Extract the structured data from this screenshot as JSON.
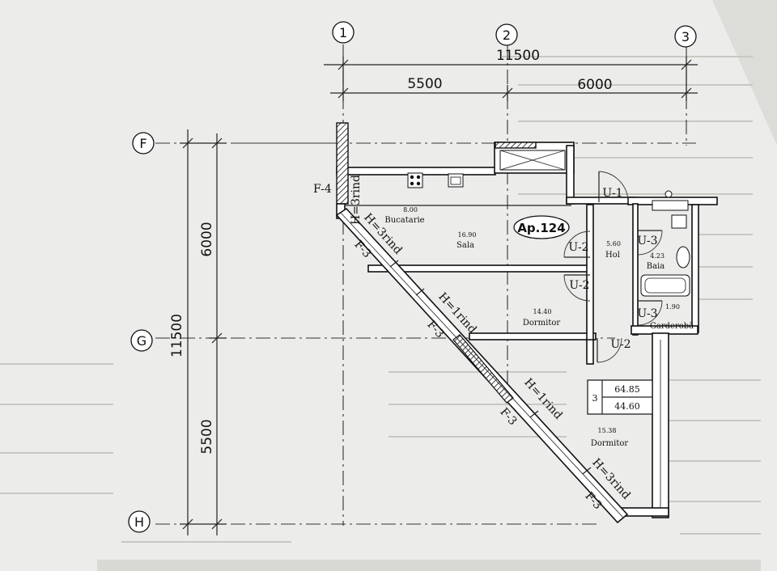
{
  "axes": {
    "col_1": "1",
    "col_2": "2",
    "col_3": "3",
    "row_f": "F",
    "row_g": "G",
    "row_h": "H"
  },
  "dimensions": {
    "top_total": "11500",
    "top_left": "5500",
    "top_right": "6000",
    "left_total": "11500",
    "left_upper": "6000",
    "left_lower": "5500"
  },
  "apartment": {
    "label": "Ap.124",
    "rooms_count": "3",
    "total_area": "64.85",
    "living_area": "44.60"
  },
  "rooms": {
    "bucatarie_area": "8.00",
    "bucatarie_name": "Bucatarie",
    "sala_area": "16.90",
    "sala_name": "Sala",
    "hol_area": "5.60",
    "hol_name": "Hol",
    "baia_area": "4.23",
    "baia_name": "Baia",
    "dormitor1_area": "14.40",
    "dormitor1_name": "Dormitor",
    "garderoba_area": "1.90",
    "garderoba_name": "Garderobă",
    "dormitor2_area": "15.38",
    "dormitor2_name": "Dormitor"
  },
  "tags": {
    "f4": "F-4",
    "f3_a": "F-3",
    "f3_b": "F-3",
    "f3_c": "F-3",
    "f3_d": "F-3",
    "u1": "U-1",
    "u2_a": "U-2",
    "u2_b": "U-2",
    "u2_c": "U-2",
    "u3_a": "U-3",
    "u3_b": "U-3"
  },
  "wall_heights": {
    "vertical": "H=3rind",
    "diag_1": "H=3rind",
    "diag_2": "H=1rind",
    "diag_3": "H=1rind",
    "diag_4": "H=3rind"
  }
}
